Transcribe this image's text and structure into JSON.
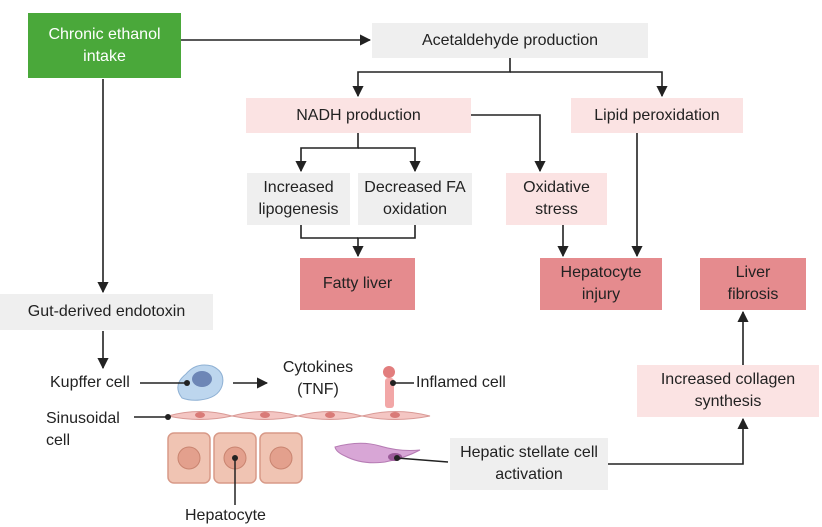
{
  "nodes": {
    "chronic": "Chronic ethanol intake",
    "acetaldehyde": "Acetaldehyde production",
    "nadh": "NADH production",
    "lipid_perox": "Lipid peroxidation",
    "lipogenesis": "Increased lipogenesis",
    "fa_oxidation": "Decreased FA oxidation",
    "oxidative_stress": "Oxidative stress",
    "fatty_liver": "Fatty liver",
    "hepatocyte_injury": "Hepatocyte injury",
    "liver_fibrosis": "Liver fibrosis",
    "gut_endotoxin": "Gut-derived endotoxin",
    "collagen": "Increased collagen synthesis",
    "stellate": "Hepatic stellate cell activation"
  },
  "labels": {
    "kupffer": "Kupffer cell",
    "cytokines": "Cytokines (TNF)",
    "inflamed": "Inflamed cell",
    "sinusoidal": "Sinusoidal cell",
    "hepatocyte": "Hepatocyte"
  },
  "colors": {
    "green": "#4aa83a",
    "gray_box": "#efefef",
    "pink_light": "#fbe3e3",
    "pink_dark": "#e58b8e",
    "arrow": "#222222"
  }
}
